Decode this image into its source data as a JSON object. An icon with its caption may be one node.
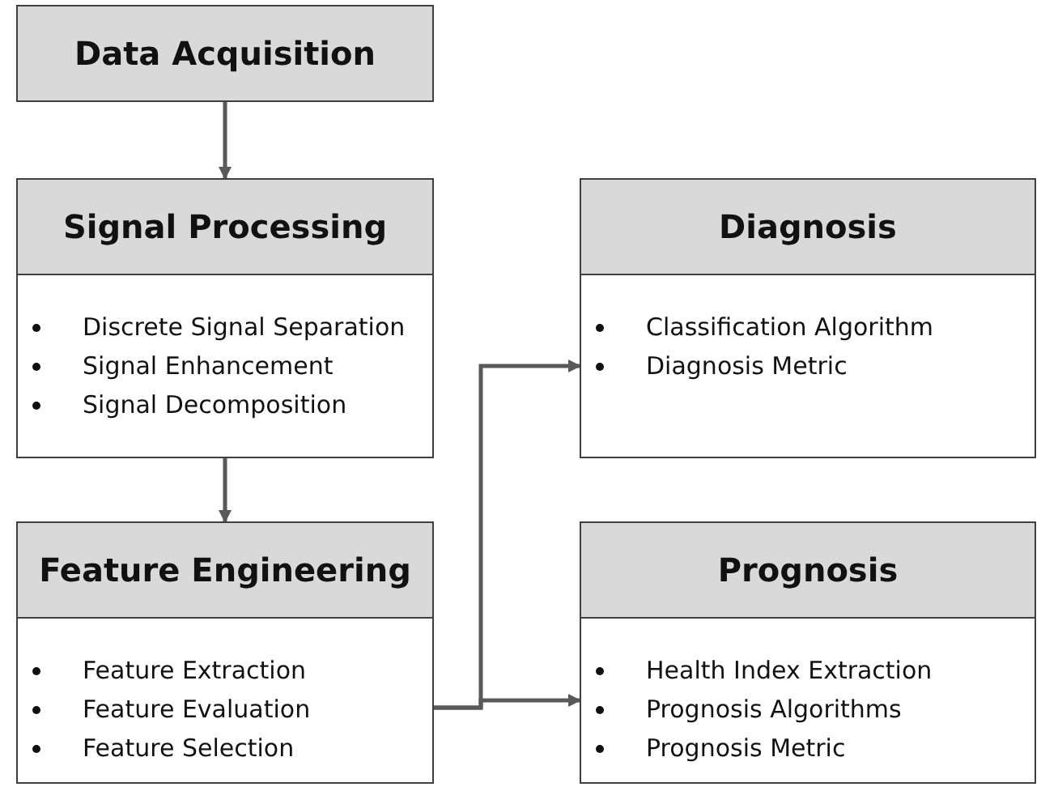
{
  "diagram": {
    "nodes": [
      {
        "text": [
          "Data Acquisition"
        ]
      },
      {
        "text": [
          "Signal Processing",
          "Discrete Signal Separation",
          "Signal Enhancement",
          "Signal Decomposition"
        ]
      },
      {
        "text": [
          "Feature Engineering",
          "Feature Extraction",
          "Feature Evaluation",
          "Feature Selection"
        ]
      },
      {
        "text": [
          "Diagnosis",
          "Classification Algorithm",
          "Diagnosis Metric"
        ]
      },
      {
        "text": [
          "Prognosis",
          "Health Index Extraction",
          "Prognosis Algorithms",
          "Prognosis Metric"
        ]
      }
    ],
    "edges": [
      {
        "from": 0,
        "to": 1,
        "arrow": "to"
      },
      {
        "from": 1,
        "to": 2,
        "arrow": "to"
      },
      {
        "from": 2,
        "to": 3,
        "arrow": "to"
      },
      {
        "from": 2,
        "to": 4,
        "arrow": "to"
      }
    ]
  }
}
